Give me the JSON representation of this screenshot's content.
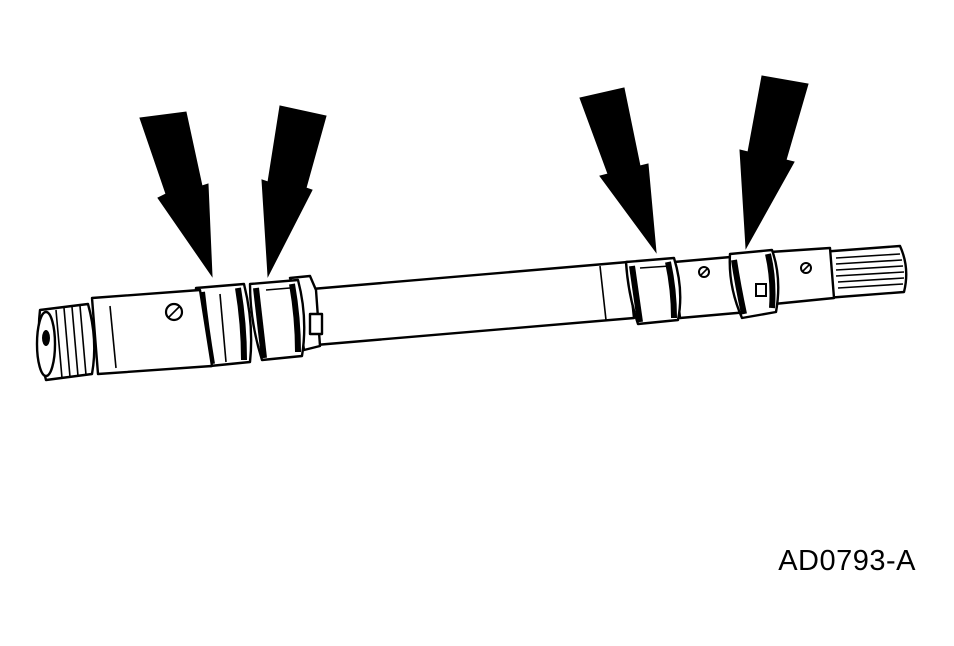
{
  "figure": {
    "part_code": "AD0793-A",
    "subject": "shaft-with-seal-rings",
    "arrow_count": 4,
    "colors": {
      "line": "#000000",
      "background": "#ffffff"
    }
  }
}
